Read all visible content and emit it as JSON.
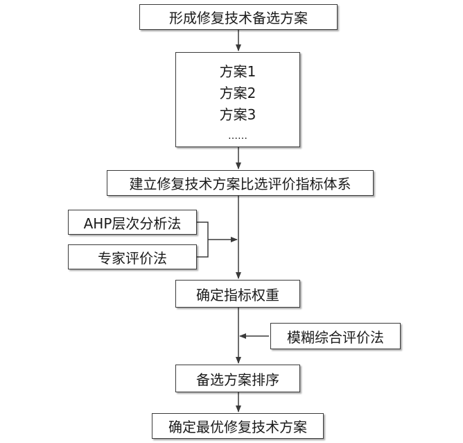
{
  "steps": {
    "form_options": "形成修复技术备选方案",
    "options": [
      "方案1",
      "方案2",
      "方案3",
      "……"
    ],
    "build_index": "建立修复技术方案比选评价指标体系",
    "ahp": "AHP层次分析法",
    "expert": "专家评价法",
    "weights": "确定指标权重",
    "fuzzy": "模糊综合评价法",
    "ranking": "备选方案排序",
    "final": "确定最优修复技术方案"
  },
  "colors": {
    "line": "#3a3a3a",
    "text": "#1a1a1a"
  }
}
